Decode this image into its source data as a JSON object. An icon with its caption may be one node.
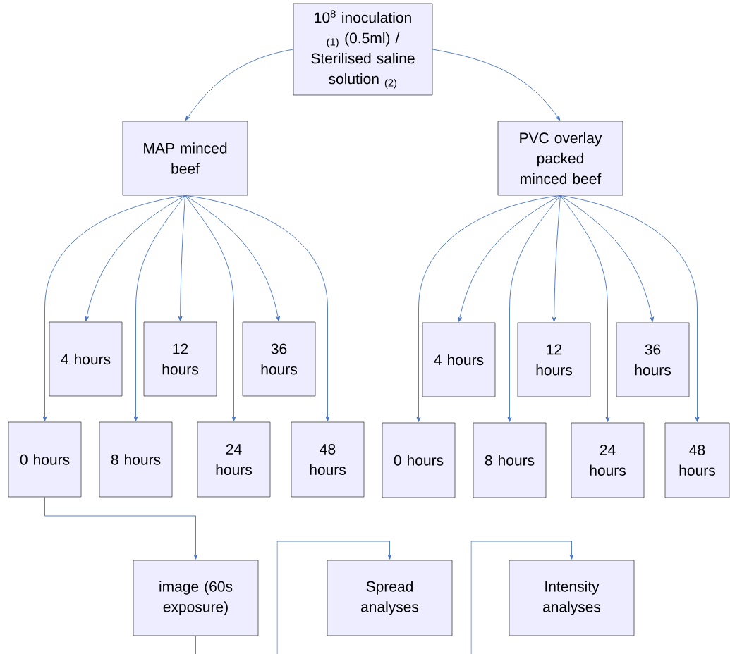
{
  "diagram": {
    "nodes": [
      {
        "text": [
          "10$^{8}$ inoculation $_{(1)}$ (0.5ml) / Sterilised saline solution $_{(2)}$"
        ]
      },
      {
        "text": [
          "MAP minced beef"
        ]
      },
      {
        "text": [
          "PVC overlay packed minced beef"
        ]
      },
      {
        "text": [
          "4 hours"
        ]
      },
      {
        "text": [
          "12 hours"
        ]
      },
      {
        "text": [
          "36 hours"
        ]
      },
      {
        "text": [
          "0 hours"
        ]
      },
      {
        "text": [
          "8 hours"
        ]
      },
      {
        "text": [
          "24 hours"
        ]
      },
      {
        "text": [
          "48 hours"
        ]
      },
      {
        "text": [
          "4 hours"
        ]
      },
      {
        "text": [
          "12 hours"
        ]
      },
      {
        "text": [
          "36 hours"
        ]
      },
      {
        "text": [
          "0 hours"
        ]
      },
      {
        "text": [
          "8 hours"
        ]
      },
      {
        "text": [
          "24 hours"
        ]
      },
      {
        "text": [
          "48 hours"
        ]
      },
      {
        "text": [
          "image (60s exposure)"
        ]
      },
      {
        "text": [
          "Spread analyses"
        ]
      },
      {
        "text": [
          "Intensity analyses"
        ]
      }
    ],
    "edges": [
      {
        "from": 0,
        "to": 1,
        "arrow": "to"
      },
      {
        "from": 0,
        "to": 2,
        "arrow": "to"
      },
      {
        "from": 1,
        "to": 3,
        "arrow": "to"
      },
      {
        "from": 1,
        "to": 4,
        "arrow": "to"
      },
      {
        "from": 1,
        "to": 5,
        "arrow": "to"
      },
      {
        "from": 1,
        "to": 6,
        "arrow": "to"
      },
      {
        "from": 1,
        "to": 7,
        "arrow": "to"
      },
      {
        "from": 1,
        "to": 8,
        "arrow": "to"
      },
      {
        "from": 1,
        "to": 9,
        "arrow": "to"
      },
      {
        "from": 2,
        "to": 10,
        "arrow": "to"
      },
      {
        "from": 2,
        "to": 11,
        "arrow": "to"
      },
      {
        "from": 2,
        "to": 12,
        "arrow": "to"
      },
      {
        "from": 2,
        "to": 13,
        "arrow": "to"
      },
      {
        "from": 2,
        "to": 14,
        "arrow": "to"
      },
      {
        "from": 2,
        "to": 15,
        "arrow": "to"
      },
      {
        "from": 2,
        "to": 16,
        "arrow": "to"
      },
      {
        "from": 6,
        "to": 17,
        "arrow": "to"
      },
      {
        "from": 17,
        "to": null,
        "arrow": "none"
      },
      {
        "from": null,
        "to": 18,
        "arrow": "to"
      },
      {
        "from": null,
        "to": 19,
        "arrow": "to"
      }
    ]
  }
}
